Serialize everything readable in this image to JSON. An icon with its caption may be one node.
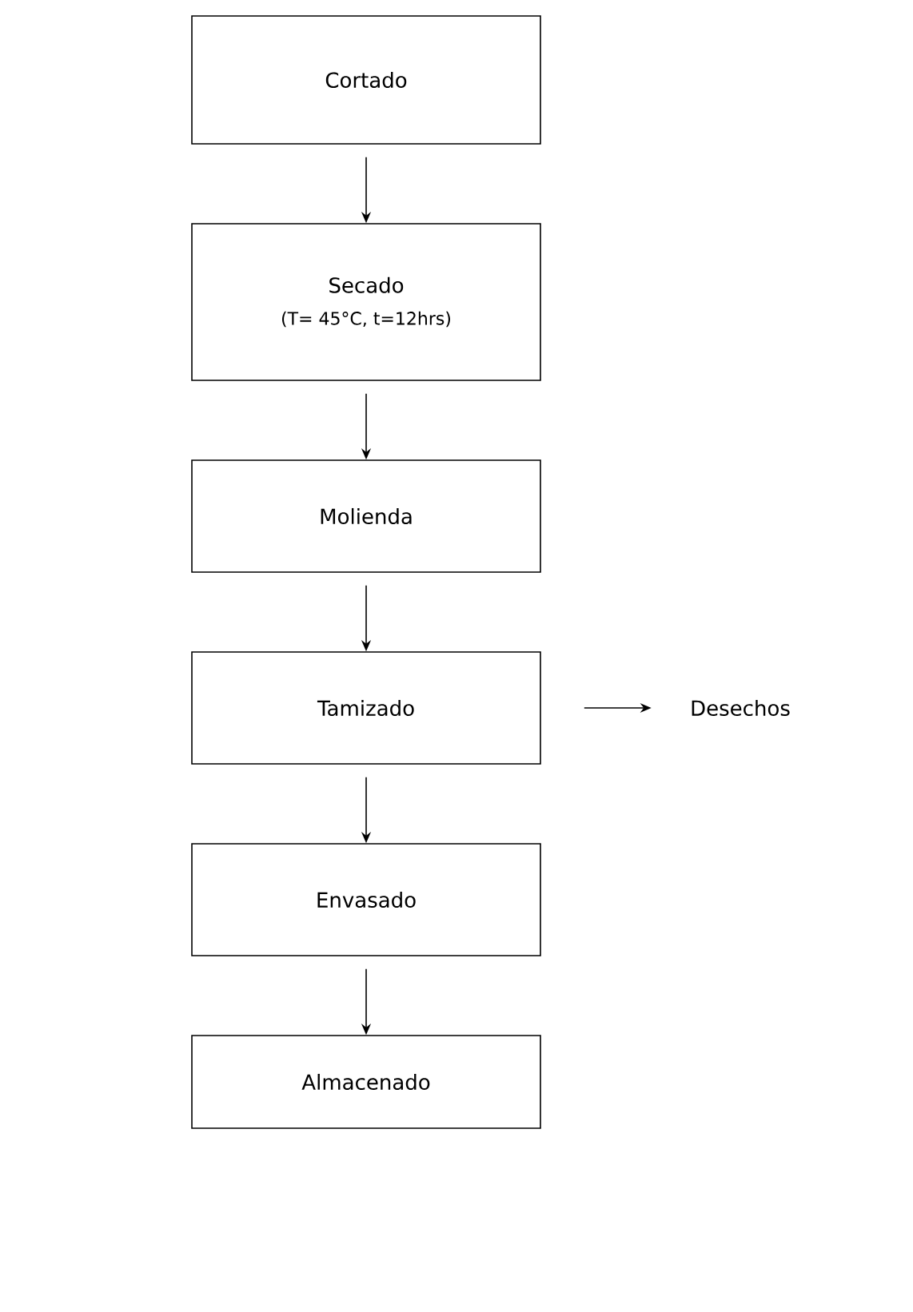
{
  "diagram": {
    "nodes": [
      {
        "text": [
          "Cortado"
        ]
      },
      {
        "text": [
          "Secado",
          "(T= 45°C, t=12hrs)"
        ]
      },
      {
        "text": [
          "Molienda"
        ]
      },
      {
        "text": [
          "Tamizado"
        ]
      },
      {
        "text": [
          "Envasado"
        ]
      },
      {
        "text": [
          "Almacenado"
        ]
      },
      {
        "text": [
          "Desechos"
        ]
      }
    ],
    "edges": [
      {
        "from": 0,
        "to": 1,
        "arrow": "to"
      },
      {
        "from": 1,
        "to": 2,
        "arrow": "to"
      },
      {
        "from": 2,
        "to": 3,
        "arrow": "to"
      },
      {
        "from": 3,
        "to": 4,
        "arrow": "to"
      },
      {
        "from": 4,
        "to": 5,
        "arrow": "to"
      },
      {
        "from": 3,
        "to": 6,
        "arrow": "to"
      }
    ]
  }
}
